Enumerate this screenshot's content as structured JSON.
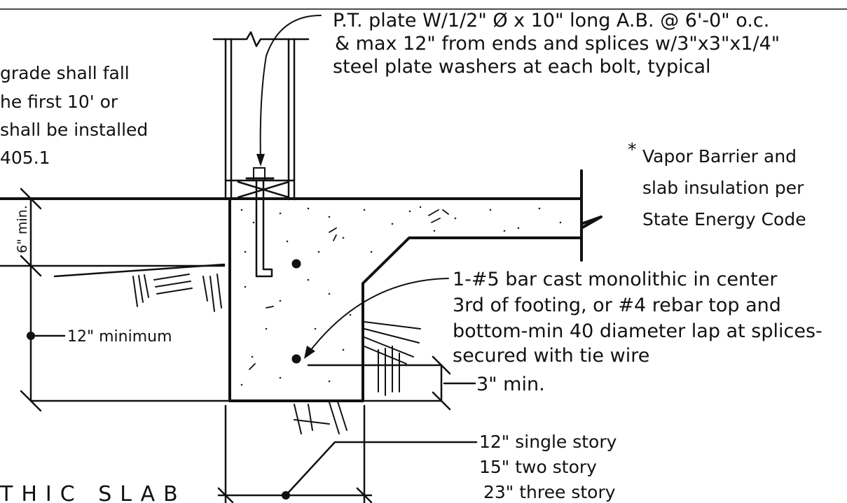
{
  "anchor_note": {
    "line1": "P.T. plate W/1/2\" Ø x 10\" long A.B. @ 6'-0\" o.c.",
    "line2": "& max 12\" from ends and splices w/3\"x3\"x1/4\"",
    "line3": "steel plate washers at each bolt, typical"
  },
  "grade_note": {
    "line1": "grade shall fall",
    "line2": "he first 10' or",
    "line3": "shall be installed",
    "line4": "405.1"
  },
  "vapor_note": {
    "star": "*",
    "line1": "Vapor Barrier and",
    "line2": "slab insulation per",
    "line3": "State Energy Code"
  },
  "rebar_note": {
    "line1": "1-#5 bar cast monolithic in center",
    "line2": "3rd of footing, or #4 rebar top and",
    "line3": "bottom-min 40 diameter lap at splices-",
    "line4": "secured with tie wire"
  },
  "dims": {
    "six_min": "6\" min.",
    "twelve_min": "12\" minimum",
    "three_min": "3\" min."
  },
  "footing_widths": {
    "single": "12\" single story",
    "two": "15\" two story",
    "three": "23\" three story"
  },
  "title_fragment": "THIC SLAB"
}
